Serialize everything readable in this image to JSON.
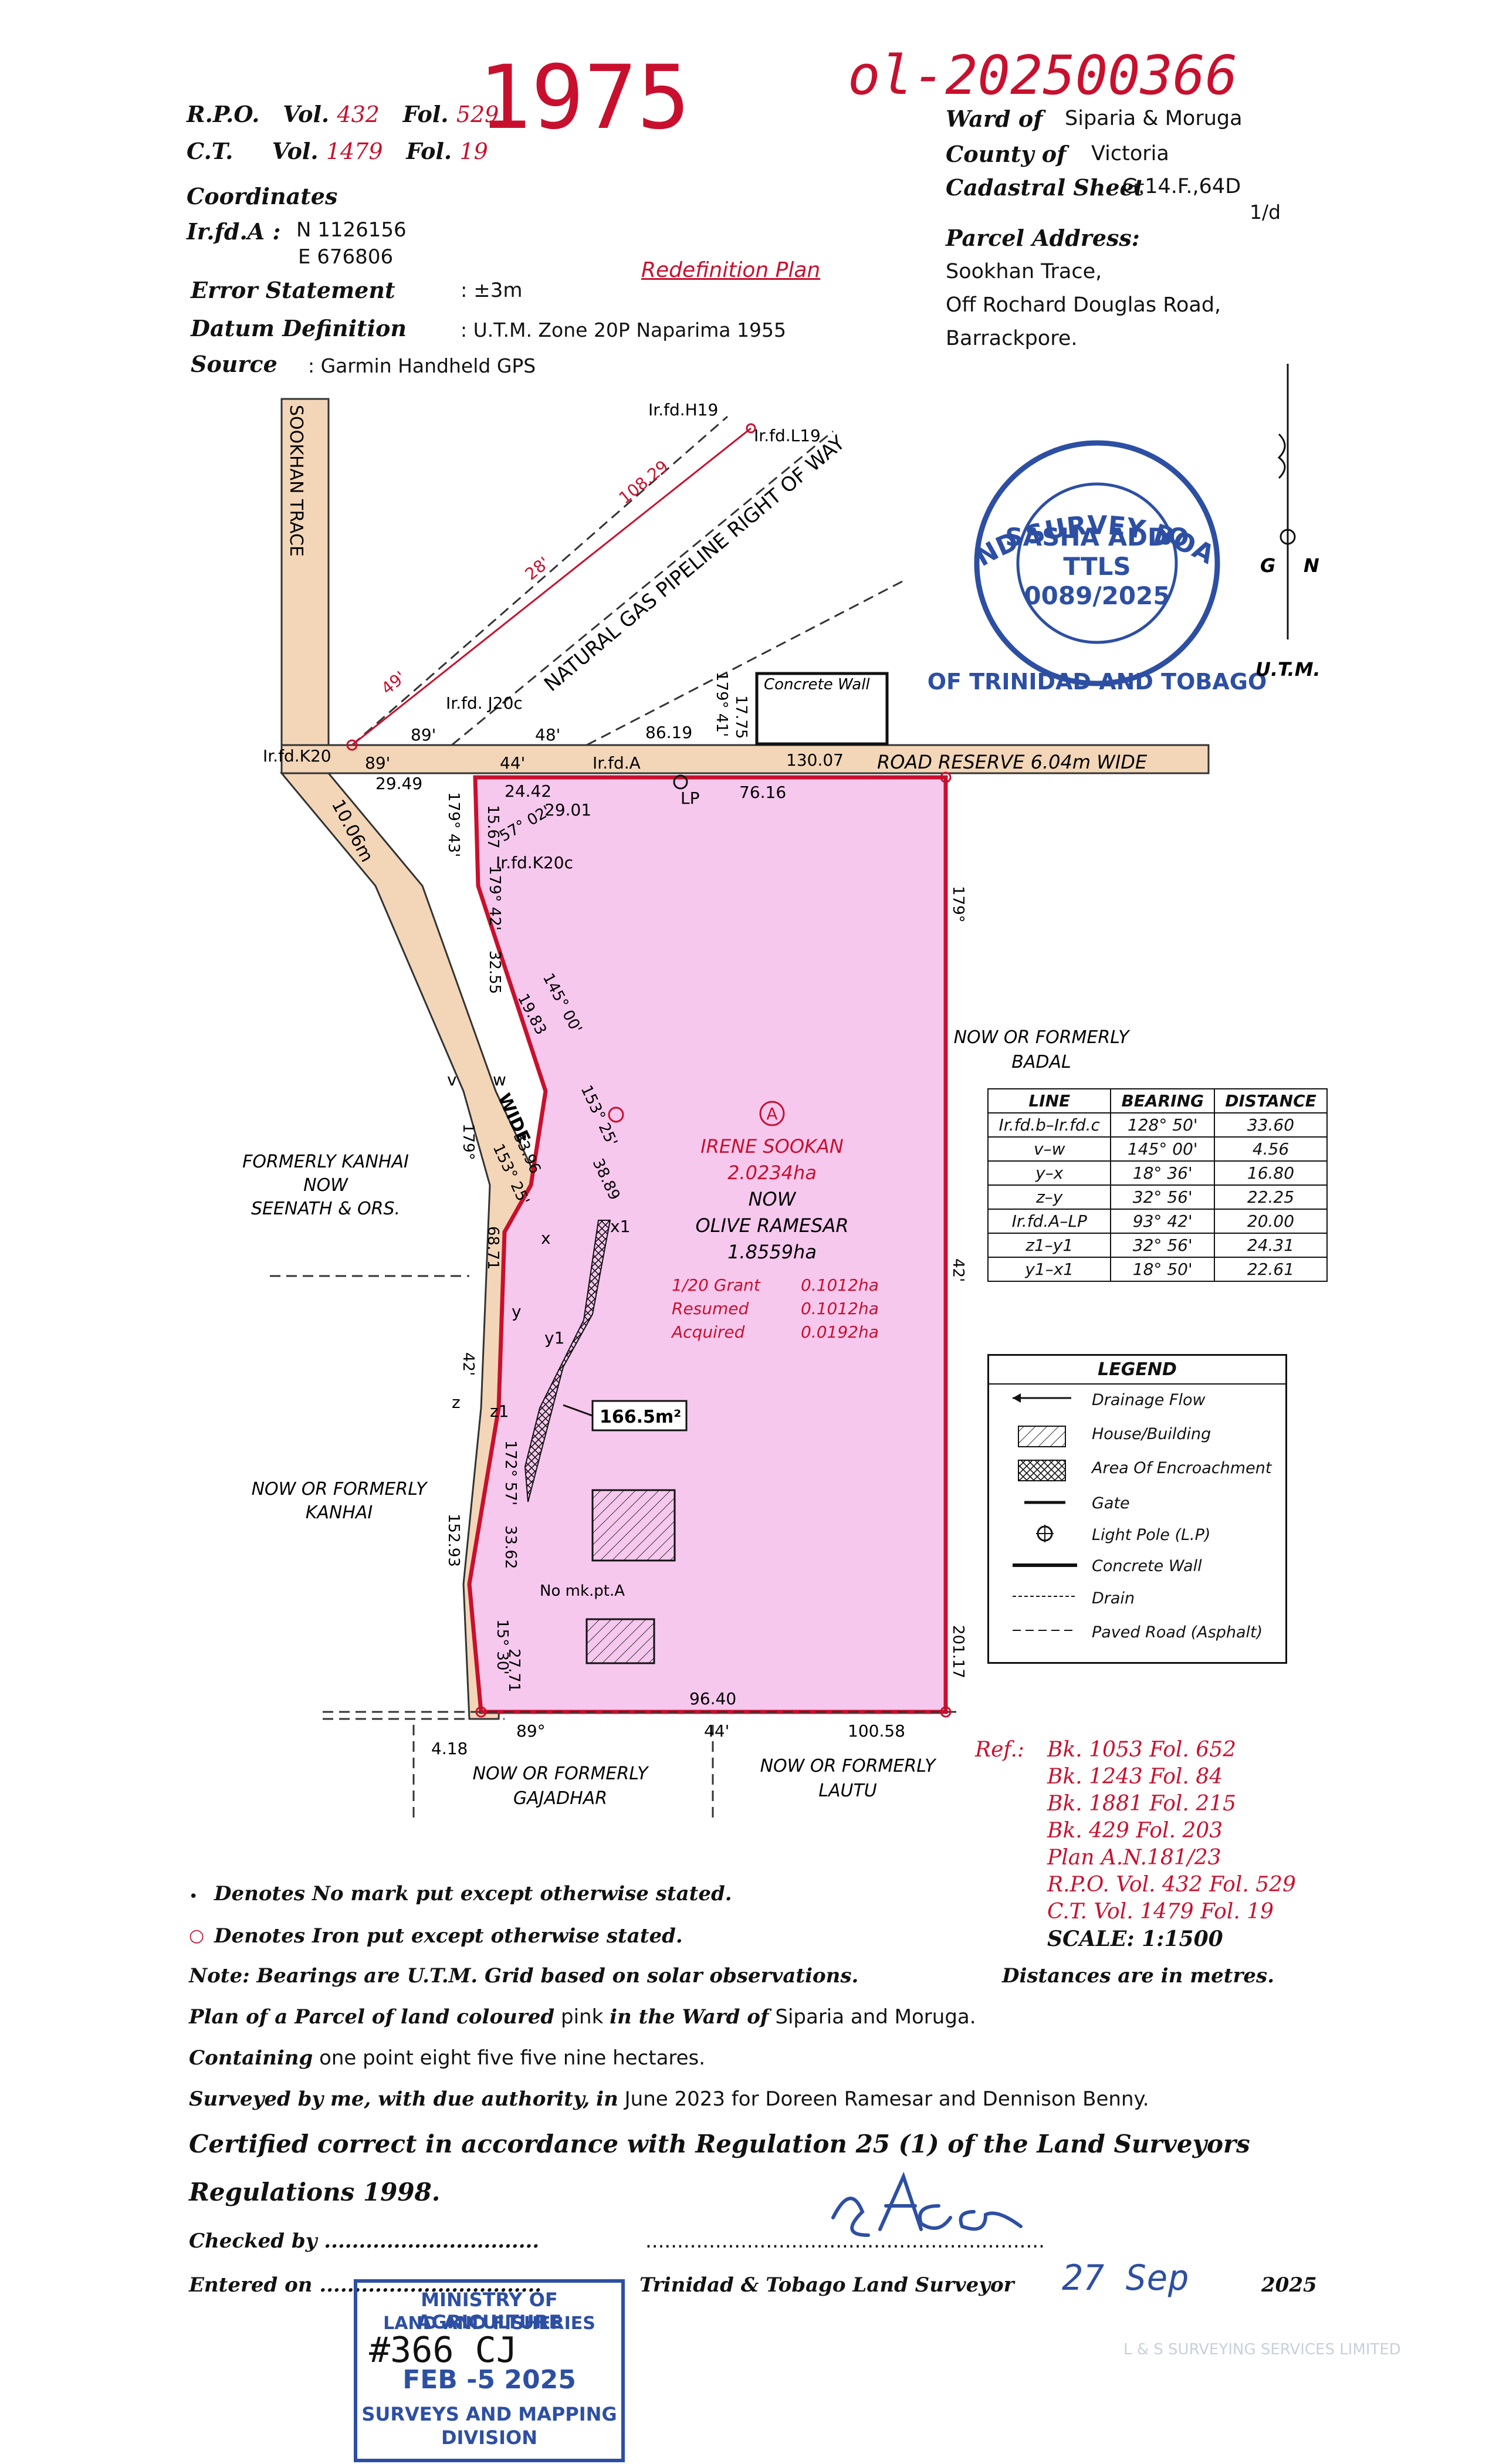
{
  "header": {
    "big_number": "1975",
    "file_ref": "ol-202500366",
    "rpo_label": "R.P.O.",
    "vol_label": "Vol.",
    "fol_label": "Fol.",
    "rpo_vol": "432",
    "rpo_fol": "529",
    "ct_label": "C.T.",
    "ct_vol": "1479",
    "ct_fol": "19",
    "coordinates_label": "Coordinates",
    "irfd_label": "Ir.fd.A :",
    "northing": "N 1126156",
    "easting": "E 676806",
    "error_label": "Error Statement",
    "error_value": ": ±3m",
    "datum_label": "Datum Definition",
    "datum_value": ": U.T.M. Zone 20P Naparima 1955",
    "source_label": "Source",
    "source_value": ": Garmin Handheld GPS",
    "redefinition": "Redefinition Plan",
    "ward_label": "Ward of",
    "ward_value": "Siparia & Moruga",
    "county_label": "County of",
    "county_value": "Victoria",
    "cadastral_label": "Cadastral Sheet",
    "cadastral_value": "G.14.F.,64D",
    "cadastral_sub": "1/d",
    "parcel_label": "Parcel Address:",
    "parcel_line1": "Sookhan Trace,",
    "parcel_line2": "Off Rochard Douglas Road,",
    "parcel_line3": "Barrackpore."
  },
  "stamp": {
    "ring_top": "LAND SURVEY BOARD",
    "ring_bottom": "OF TRINIDAD AND TOBAGO",
    "name": "SASHA ADDO",
    "title": "TTLS",
    "number": "0089/2025"
  },
  "north": {
    "g": "G",
    "n": "N",
    "utm": "U.T.M."
  },
  "map": {
    "sookhan_trace": "SOOKHAN TRACE",
    "pipeline": "NATURAL GAS PIPELINE RIGHT OF WAY",
    "road": "ROAD    RESERVE  6.04m  WIDE",
    "wide_1006": "10.06m",
    "wide_label": "WIDE",
    "concrete_wall": "Concrete Wall",
    "ir_h19": "Ir.fd.H19",
    "ir_l19": "Ir.fd.L19",
    "ir_k20": "Ir.fd.K20",
    "ir_j20c": "Ir.fd.\nJ20c",
    "ir_a": "Ir.fd.A",
    "ir_k20c": "Ir.fd.K20c",
    "lp": "LP",
    "no_mark": "No\nmk.pt.A",
    "circle_a": "A",
    "owner1": "IRENE SOOKAN",
    "area1": "2.0234ha",
    "now": "NOW",
    "owner2": "OLIVE RAMESAR",
    "area2": "1.8559ha",
    "grant_label": "1/20 Grant",
    "grant_val": "0.1012ha",
    "resumed_label": "Resumed",
    "resumed_val": "0.1012ha",
    "acquired_label": "Acquired",
    "acquired_val": "0.0192ha",
    "encroach_area": "166.5m²",
    "badal1": "NOW OR FORMERLY",
    "badal2": "BADAL",
    "kanhai_f1": "FORMERLY KANHAI",
    "kanhai_f2": "NOW",
    "kanhai_f3": "SEENATH & ORS.",
    "kanhai1": "NOW OR FORMERLY",
    "kanhai2": "KANHAI",
    "gajadhar1": "NOW OR FORMERLY",
    "gajadhar2": "GAJADHAR",
    "lautu1": "NOW OR FORMERLY",
    "lautu2": "LAUTU",
    "d_10829": "108.29",
    "d_28": "28'",
    "d_49": "49'",
    "d_8619": "86.19",
    "d_13007": "130.07",
    "d_89a": "89'",
    "d_44a": "44'",
    "d_48": "48'",
    "d_89b": "89'",
    "d_2949": "29.49",
    "d_2442": "24.42",
    "d_2901": "29.01",
    "d_1567": "15.67",
    "d_7616": "76.16",
    "d_179_43": "179° 43'",
    "d_179_41": "179° 41'",
    "d_1775": "17.75",
    "d_57_02": "57° 02'",
    "d_179_42": "179° 42'",
    "d_3255": "32.55",
    "d_145_00": "145° 00'",
    "d_1983": "19.83",
    "d_153_25a": "153° 25'",
    "d_3889": "38.89",
    "d_3396": "33.96",
    "d_153_25b": "153° 25'",
    "d_6871": "68.71",
    "d_179a": "179°",
    "d_179r": "179°",
    "d_42r": "42'",
    "d_42l": "42'",
    "d_172_57": "172° 57'",
    "d_3362": "33.62",
    "d_15230": "15° 30'",
    "d_2771": "27.71",
    "d_15293": "152.93",
    "d_20117": "201.17",
    "d_9640": "96.40",
    "d_89c": "89°",
    "d_44c": "44'",
    "d_10058": "100.58",
    "d_418": "4.18",
    "pt_v": "v",
    "pt_w": "w",
    "pt_x": "x",
    "pt_x1": "x1",
    "pt_y": "y",
    "pt_y1": "y1",
    "pt_z": "z",
    "pt_z1": "z1"
  },
  "bearing_table": {
    "headers": [
      "LINE",
      "BEARING",
      "DISTANCE"
    ],
    "rows": [
      [
        "Ir.fd.b–Ir.fd.c",
        "128° 50'",
        "33.60"
      ],
      [
        "v–w",
        "145° 00'",
        "4.56"
      ],
      [
        "y–x",
        "18° 36'",
        "16.80"
      ],
      [
        "z–y",
        "32° 56'",
        "22.25"
      ],
      [
        "Ir.fd.A–LP",
        "93° 42'",
        "20.00"
      ],
      [
        "z1–y1",
        "32° 56'",
        "24.31"
      ],
      [
        "y1–x1",
        "18° 50'",
        "22.61"
      ]
    ]
  },
  "legend": {
    "title": "LEGEND",
    "items": [
      "Drainage Flow",
      "House/Building",
      "Area Of Encroachment",
      "Gate",
      "Light Pole (L.P)",
      "Concrete Wall",
      "Drain",
      "Paved Road (Asphalt)"
    ]
  },
  "refs": {
    "label": "Ref.:",
    "lines": [
      "Bk. 1053 Fol. 652",
      "Bk. 1243 Fol. 84",
      "Bk. 1881 Fol. 215",
      "Bk. 429 Fol. 203",
      "Plan A.N.181/23",
      "R.P.O. Vol. 432 Fol. 529",
      "C.T. Vol. 1479 Fol. 19"
    ],
    "scale": "SCALE: 1:1500"
  },
  "notes": {
    "denotes_no_mark": "Denotes No mark put except otherwise stated.",
    "denotes_iron": "Denotes Iron put except otherwise stated.",
    "bearings_note": "Note: Bearings are U.T.M. Grid based on solar observations.",
    "distances_note": "Distances are in metres.",
    "plan_a": "Plan of a Parcel of land coloured",
    "plan_b": "pink",
    "plan_c": "in the Ward of",
    "plan_d": "Siparia and Moruga.",
    "containing_a": "Containing",
    "containing_b": "one point eight five five nine hectares.",
    "surveyed_a": "Surveyed by me, with due authority,",
    "surveyed_b": "in",
    "surveyed_c": "June 2023 for Doreen Ramesar and Dennison Benny.",
    "certified1": "Certified correct in accordance with Regulation 25 (1) of the Land Surveyors",
    "certified2": "Regulations 1998.",
    "checked": "Checked by ...............................",
    "entered": "Entered on ................................",
    "surveyor_line": "...............................................................",
    "surveyor_label": "Trinidad & Tobago Land Surveyor",
    "date_hand": "27 Sep",
    "date_year": "2025"
  },
  "ministry_stamp": {
    "line1": "MINISTRY OF AGRICULTURE",
    "line2": "LAND AND FISHERIES",
    "hand": "#366 CJ",
    "date": "FEB -5 2025",
    "line4": "SURVEYS AND MAPPING",
    "line5": "DIVISION"
  },
  "footer_watermark": "L & S SURVEYING SERVICES LIMITED",
  "colors": {
    "red": "#c8102e",
    "pink": "#f6c8ee",
    "blue": "#2d4fa3",
    "road": "#f3d6b8"
  }
}
